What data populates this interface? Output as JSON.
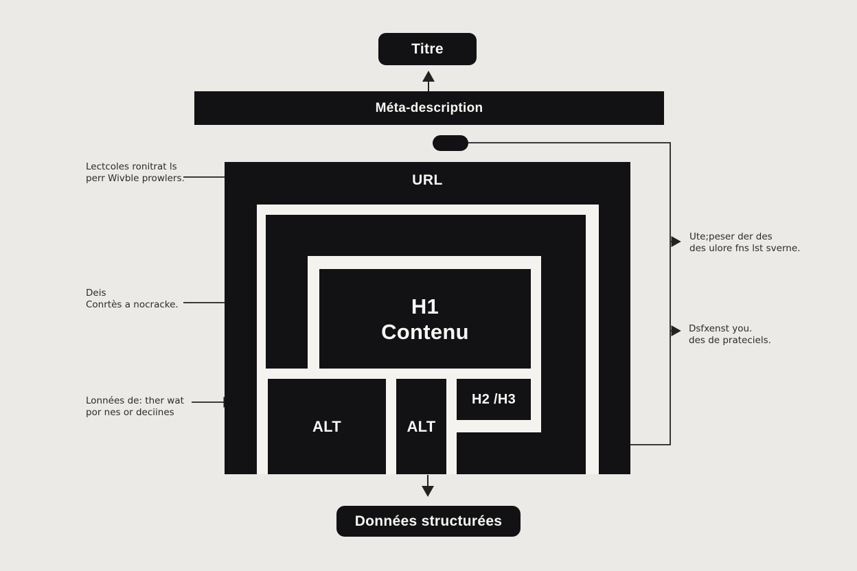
{
  "diagram": {
    "titre": "Titre",
    "meta_description": "Méta-description",
    "url": "URL",
    "h1": "H1",
    "contenu": "Contenu",
    "alt_left": "ALT",
    "alt_mid": "ALT",
    "h2_h3": "H2 /H3",
    "donnees_structurees": "Données structurées"
  },
  "annotations": {
    "left": [
      {
        "line1": "Lectcoles ronitrat ls",
        "line2": "perr Wivble prowlers."
      },
      {
        "line1": "Deis",
        "line2": "Conrtès a nocracke."
      },
      {
        "line1": "Lonnées de: ther wat",
        "line2": "por nes or deciines"
      }
    ],
    "right": [
      {
        "line1": "Ute;peser der des",
        "line2": "des ulore fns lst sverne."
      },
      {
        "line1": "Dsfxenst you.",
        "line2": "des de prateciels."
      }
    ]
  },
  "colors": {
    "ink": "#121214",
    "paper": "#ebeae7",
    "frame": "#f4f3f0",
    "line": "#222222"
  }
}
